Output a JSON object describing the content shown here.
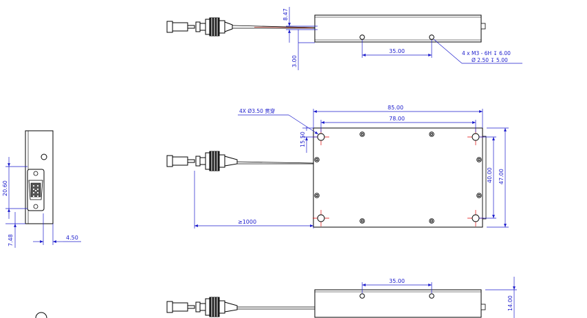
{
  "colors": {
    "outline": "#000000",
    "dimension": "#1a1acc",
    "center_mark": "#e00000",
    "fiber_red": "#c0392b"
  },
  "top_view": {
    "dim_height": "8.47",
    "dim_offset": "3.00",
    "dim_hole_spacing": "35.00",
    "callout_line1": "4 x  M3 - 6H ↧ 6.00",
    "callout_line2": "Ø 2.50 ↧ 5.00"
  },
  "main_view": {
    "callout": "4X Ø3.50 贯穿",
    "dim_overall_length": "85.00",
    "dim_hole_length": "78.00",
    "dim_edge_offset": "15.50",
    "dim_hole_width": "40.00",
    "dim_overall_width": "47.00",
    "dim_fiber_length": "≥1000"
  },
  "side_view": {
    "dim_connector_height": "20.60",
    "dim_bottom_offset": "7.48",
    "dim_depth": "4.50"
  },
  "bottom_view": {
    "dim_hole_spacing": "35.00",
    "dim_height": "14.00"
  }
}
